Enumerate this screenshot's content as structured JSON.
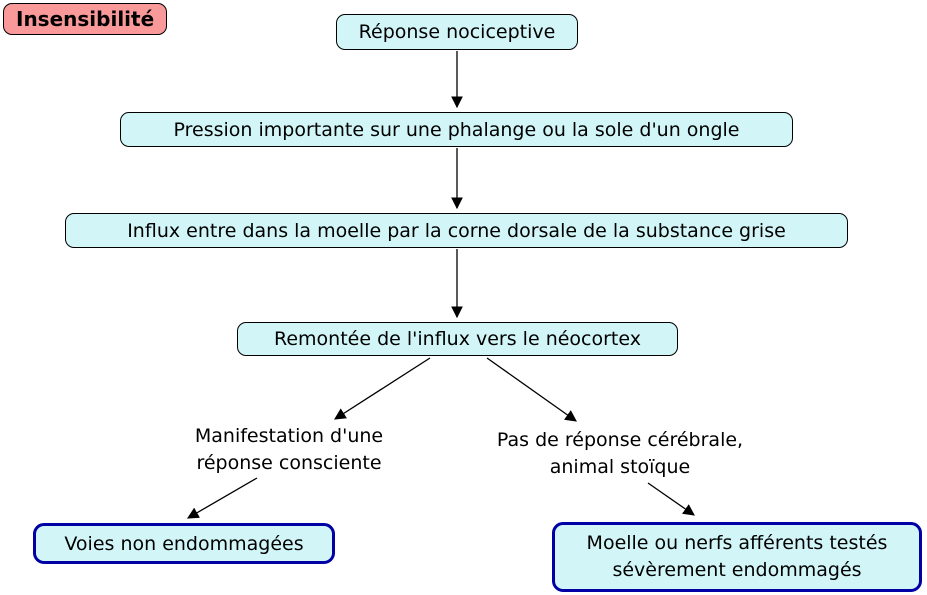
{
  "diagram": {
    "title": "Insensibilité",
    "nodes": {
      "node1": "Réponse nociceptive",
      "node2": "Pression importante sur une phalange ou la sole d'un ongle",
      "node3": "Influx entre dans la moelle par la corne dorsale de la substance grise",
      "node4": "Remontée de l'influx vers le néocortex",
      "branch_left_label": "Manifestation d'une réponse consciente",
      "branch_right_label": "Pas de réponse cérébrale, animal stoïque",
      "outcome_left": "Voies non endommagées",
      "outcome_right": "Moelle ou nerfs afférents testés sévèrement endommagés"
    },
    "colors": {
      "node_fill": "#d2f6f8",
      "title_fill": "#fa9999",
      "node_border": "#000000",
      "outcome_border": "#0000a5",
      "arrow": "#000000",
      "background": "#ffffff"
    }
  }
}
